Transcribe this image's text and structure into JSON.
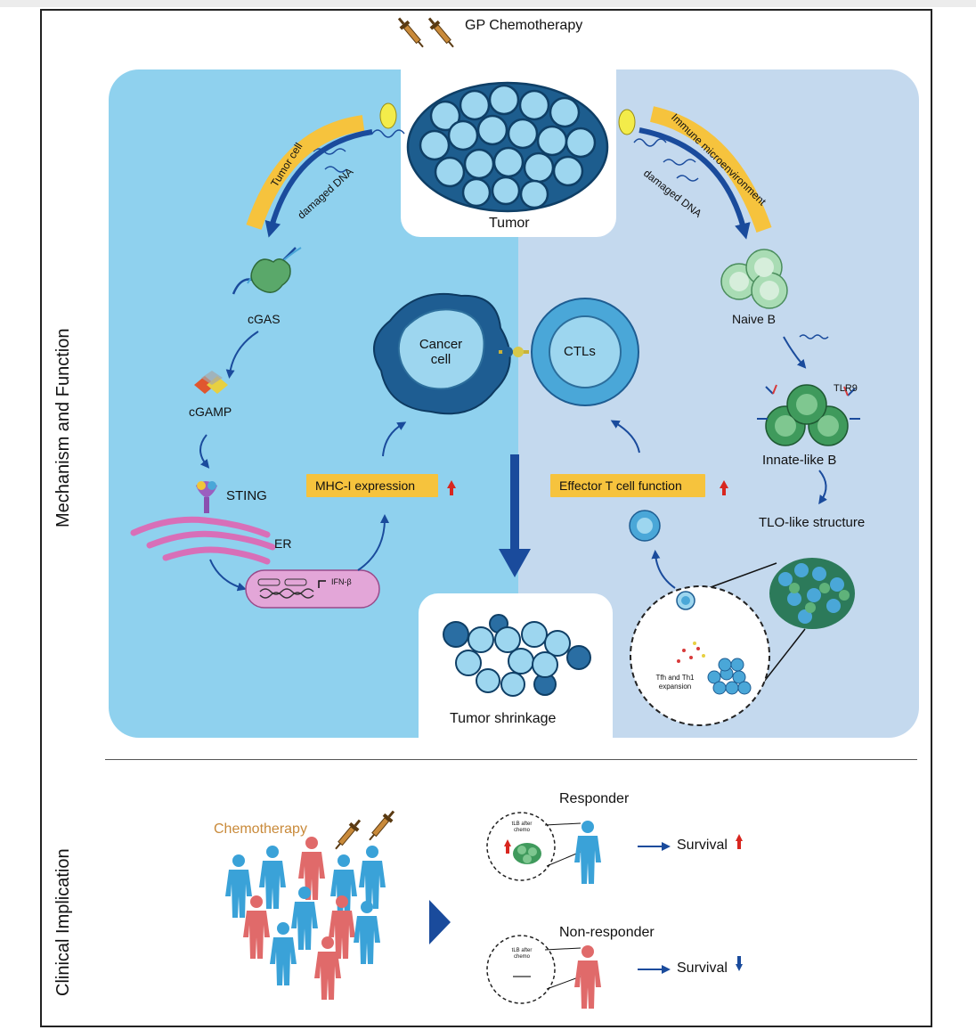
{
  "labels": {
    "gp_chemo": "GP Chemotherapy",
    "tumor": "Tumor",
    "tumor_cell_arc": "Tumor cell",
    "damaged_dna_left": "damaged DNA",
    "immune_arc": "Immune microenvironment",
    "damaged_dna_right": "damaged DNA",
    "cgas": "cGAS",
    "cgamp": "cGAMP",
    "sting": "STING",
    "er": "ER",
    "ifn": "IFN-β",
    "cancer_cell": "Cancer\ncell",
    "ctls": "CTLs",
    "mhc": "MHC-I expression",
    "effector": "Effector T cell function",
    "naive_b": "Naive B",
    "tlr9": "TLR9",
    "innate_b": "Innate-like B",
    "tlo": "TLO-like structure",
    "tfh": "Tfh and Th1\nexpansion",
    "tumor_shrinkage": "Tumor shrinkage",
    "chemotherapy": "Chemotherapy",
    "responder": "Responder",
    "nonresponder": "Non-responder",
    "survival_up": "Survival",
    "survival_down": "Survival",
    "tls_after_chemo": "tLB after\nchemo"
  },
  "side_labels": {
    "mechanism": "Mechanism and Function",
    "clinical": "Clinical Implication"
  },
  "colors": {
    "panel_left": "#8fd1ee",
    "panel_right": "#c4d9ee",
    "arrow_blue": "#1a4b9c",
    "badge_yellow": "#f6c33d",
    "cell_blue": "#4aa7d8",
    "b_cell_green": "#3f9a5c",
    "person_blue": "#3aa2d8",
    "person_red": "#e06a6a",
    "up_arrow_red": "#d8261f",
    "down_arrow_blue": "#1a4b9c"
  }
}
